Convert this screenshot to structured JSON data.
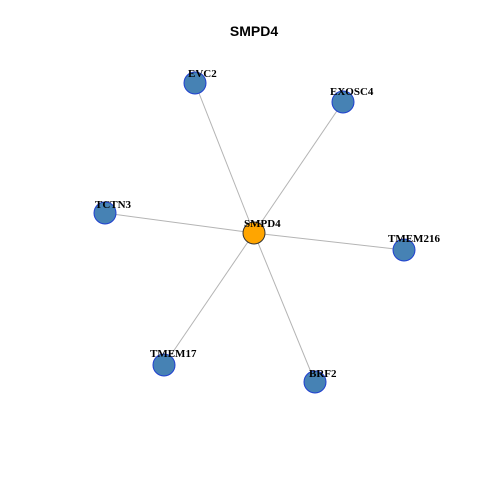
{
  "title": "SMPD4",
  "colors": {
    "center_fill": "#FFA500",
    "center_stroke": "#333333",
    "neighbor_fill": "#4682B4",
    "neighbor_stroke": "#1F3FD0",
    "edge": "#B4B4B4"
  },
  "graph": {
    "center": "SMPD4",
    "nodes": [
      {
        "id": "SMPD4",
        "label": "SMPD4",
        "role": "center"
      },
      {
        "id": "EVC2",
        "label": "EVC2",
        "role": "neighbor"
      },
      {
        "id": "EXOSC4",
        "label": "EXOSC4",
        "role": "neighbor"
      },
      {
        "id": "TCTN3",
        "label": "TCTN3",
        "role": "neighbor"
      },
      {
        "id": "TMEM216",
        "label": "TMEM216",
        "role": "neighbor"
      },
      {
        "id": "TMEM17",
        "label": "TMEM17",
        "role": "neighbor"
      },
      {
        "id": "BRF2",
        "label": "BRF2",
        "role": "neighbor"
      }
    ],
    "edges": [
      {
        "source": "SMPD4",
        "target": "EVC2"
      },
      {
        "source": "SMPD4",
        "target": "EXOSC4"
      },
      {
        "source": "SMPD4",
        "target": "TCTN3"
      },
      {
        "source": "SMPD4",
        "target": "TMEM216"
      },
      {
        "source": "SMPD4",
        "target": "TMEM17"
      },
      {
        "source": "SMPD4",
        "target": "BRF2"
      }
    ]
  }
}
